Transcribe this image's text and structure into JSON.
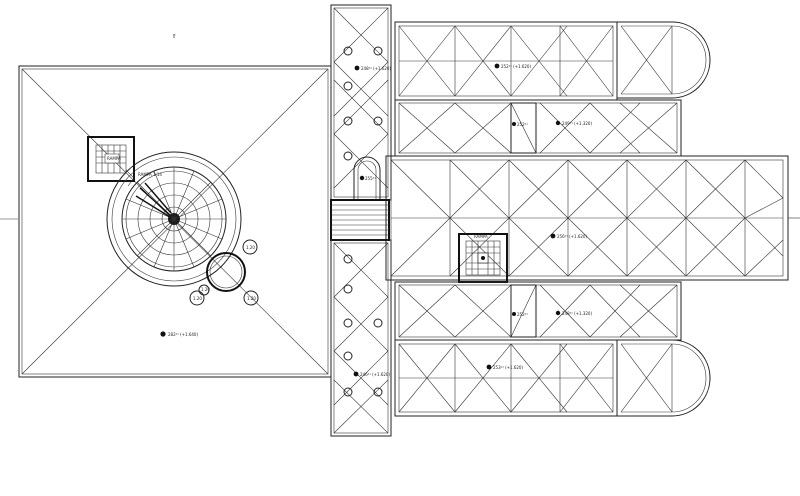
{
  "drawing": {
    "north_marker": "⇑",
    "areas": {
      "left_roof": "282²¹ (+1.640)",
      "top_shaft": "248²¹ (+1.620)",
      "top_wing": "252²¹ (+1.620)",
      "upper_mid_a": "252²¹",
      "upper_mid_b": "249²¹ (+1.320)",
      "vestibule": "255²¹",
      "main_hall": "256²¹ (+1.620)",
      "lower_mid_a": "252²¹",
      "lower_mid_b": "248²¹ (+1.320)",
      "bottom_wing": "253²¹ (+1.620)",
      "bottom_shaft": "246²¹ (+1.620)"
    },
    "stair_label": "RAMPA",
    "stair_label_2": "RAMPA",
    "small_circle_labels": [
      "1.20",
      "1.20",
      "1.20",
      "1.20"
    ],
    "ramp_note": "RAMPA 1:14"
  }
}
